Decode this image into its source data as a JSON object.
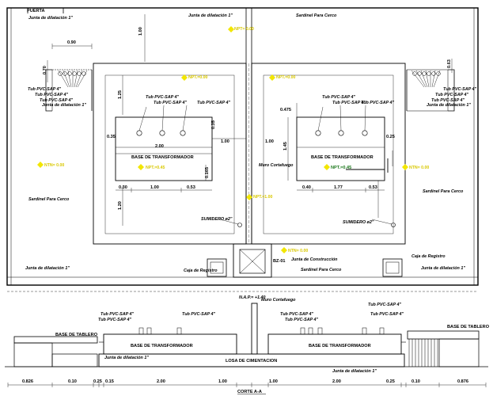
{
  "plan": {
    "puerta": "PUERTA",
    "junta_top_left": "Junta de dilatación 1\"",
    "junta_top_center": "Junta de dilatación 1\"",
    "sardinel_top": "Sardinel Para Cerco",
    "npt_top": "NPT= 0.00",
    "dim_090": "0.90",
    "dim_100_vertical": "1.00",
    "dim_070": "0.70",
    "dim_063": "0.63",
    "npt_left_room": "NPT.=0.00",
    "npt_right_room": "NPT.=0.00",
    "dim_125": "1.25",
    "tub_left_a": "Tub PVC-SAP 4\"",
    "tub_left_b": "Tub PVC-SAP 4\"",
    "tub_left_c": "Tub PVC-SAP 4\"",
    "junta_left_small": "Junta de dilatación 1\"",
    "tub_room_l1": "Tub PVC-SAP 4\"",
    "tub_room_l2": "Tub PVC-SAP 4\"",
    "tub_room_l3": "Tub PVC-SAP 4\"",
    "tub_right_a": "Tub PVC-SAP 4\"",
    "tub_right_b": "Tub PVC-SAP 4\"",
    "tub_right_c": "Tub PVC-SAP 4\"",
    "junta_right_small": "Junta de dilatación 1\"",
    "tub_room_r1": "Tub PVC-SAP 4\"",
    "tub_room_r2": "Tub PVC-SAP 4\"",
    "tub_room_r3": "Tub PVC-SAP 4\"",
    "dim_0475": "0.475",
    "dim_035": "0.35",
    "dim_025": "0.25",
    "dim_200": "2.00",
    "dim_100a": "1.00",
    "dim_100b": "1.00",
    "base_left": "BASE DE TRANSFORMADOR",
    "base_right": "BASE DE TRANSFORMADOR",
    "npt_base_left": "NPT.=0.45",
    "npt_base_right": "NPT.=0.45",
    "npt_left_side": "NTN= 0.00",
    "npt_right_side": "NTN= 0.00",
    "muro": "Muro Cortafuego",
    "npt_center": "NPT.=1.00",
    "dim_030": "0.30",
    "dim_100c": "1.00",
    "dim_053": "0.53",
    "dim_040": "0.40",
    "dim_177": "1.77",
    "dim_053b": "0.53",
    "dim_145": "1.45",
    "dim_0165": "0.165",
    "dim_120": "1.20",
    "sardinel_left": "Sardinel Para Cerco",
    "sardinel_right": "Sardinel Para Cerco",
    "sumidero_left": "SUMIDERO ø2\"",
    "sumidero_right": "SUMIDERO ø2\"",
    "bz": "BZ-01",
    "npt_bottom": "NTN= 0.00",
    "junta_construccion": "Junta de Construcción",
    "junta_bottom_left": "Junta de dilatación 1\"",
    "caja_left": "Caja de Registro",
    "sardinel_bottom": "Sardinel Para Cerco",
    "caja_right": "Caja de Registro",
    "junta_bottom_right": "Junta de dilatación 1\""
  },
  "section": {
    "nap_top": "N.A.P.= +1.40",
    "muro": "Muro Cortafuego",
    "tub_l1": "Tub PVC-SAP 4\"",
    "tub_l2": "Tub PVC-SAP 4\"",
    "tub_c1": "Tub PVC-SAP 4\"",
    "tub_r1": "Tub PVC-SAP 4\"",
    "tub_r2": "Tub PVC-SAP 4\"",
    "tub_far1": "Tub PVC-SAP 4\"",
    "tub_far2": "Tub PVC-SAP 4\"",
    "base_tablero_left": "BASE DE TABLERO",
    "base_tablero_right": "BASE DE TABLERO",
    "base_trafo_left": "BASE DE TRANSFORMADOR",
    "base_trafo_right": "BASE DE TRANSFORMADOR",
    "losa": "LOSA DE CIMENTACION",
    "junta_left": "Junta de dilatación 1\"",
    "junta_right": "Junta de dilatación 1\"",
    "dims": [
      "0.826",
      "0.10",
      "0.25",
      "0.15",
      "2.00",
      "1.00",
      "1.00",
      "2.00",
      "0.25",
      "0.10",
      "0.876"
    ],
    "title": "CORTE A-A"
  },
  "colors": {
    "line": "#000000",
    "gridline": "#bbbbbb",
    "level_marker": "#f2e600",
    "highlight": "#1f7a1f"
  }
}
